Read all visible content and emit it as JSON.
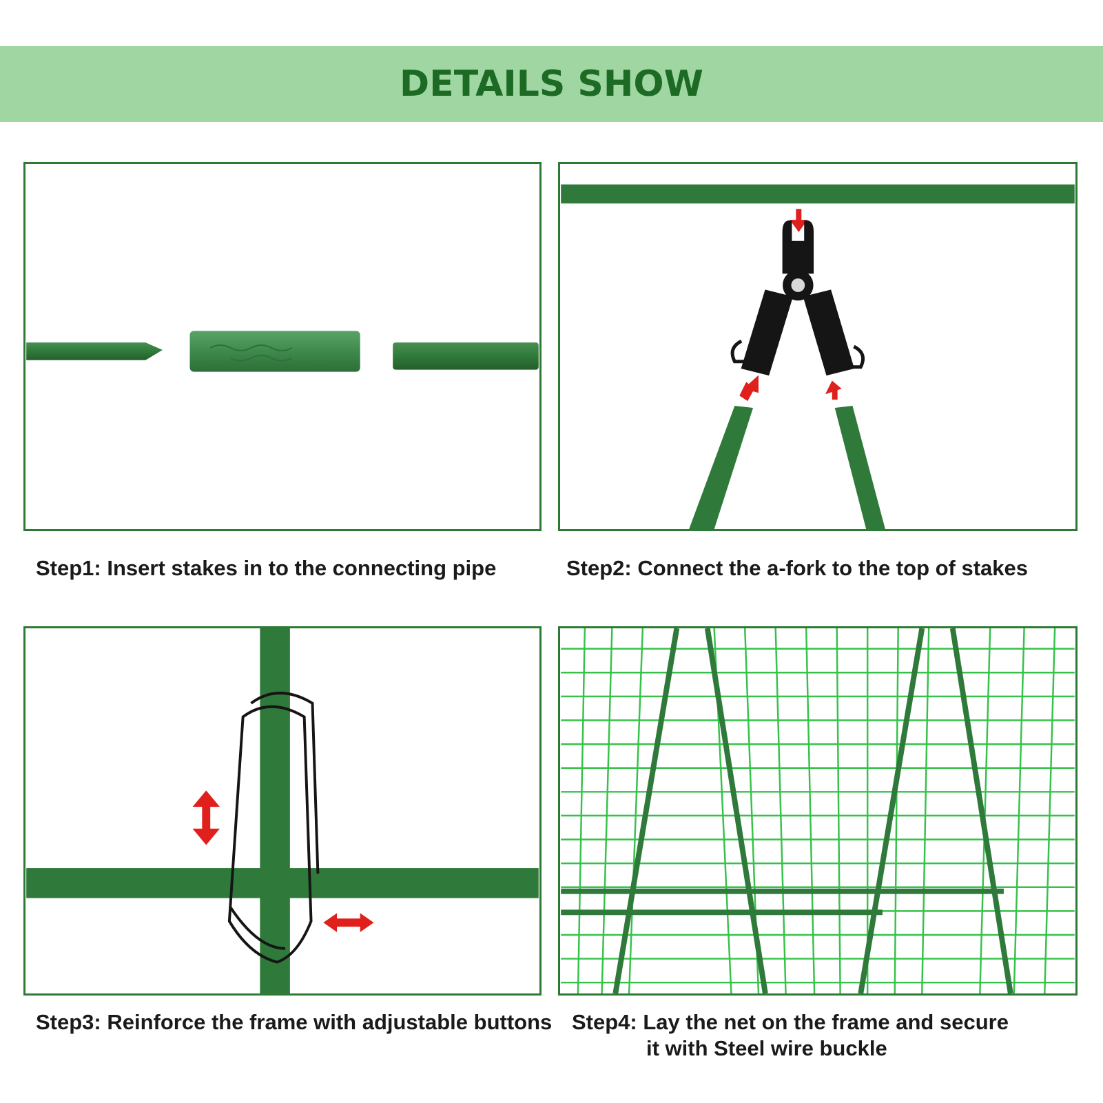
{
  "header": {
    "title": "DETAILS SHOW"
  },
  "steps": [
    {
      "caption": "Step1: Insert stakes in to the connecting pipe",
      "illustration": "stakes-and-connecting-pipe"
    },
    {
      "caption": "Step2: Connect the a-fork to the top of stakes",
      "illustration": "a-fork-connector"
    },
    {
      "caption": "Step3: Reinforce the frame with adjustable buttons",
      "illustration": "wire-clip-on-cross-stakes"
    },
    {
      "caption_line1": "Step4: Lay the net on the frame and secure",
      "caption_line2": "it with Steel wire buckle",
      "illustration": "trellis-net-on-frame"
    }
  ],
  "colors": {
    "banner_bg": "#9fd6a2",
    "banner_text": "#1c6a24",
    "panel_border": "#2e7a35",
    "stake_green": "#2f7a3a",
    "pipe_green": "#3f8a4c",
    "net_green": "#36c24a",
    "arrow_red": "#e0201c",
    "fork_black": "#151515"
  }
}
